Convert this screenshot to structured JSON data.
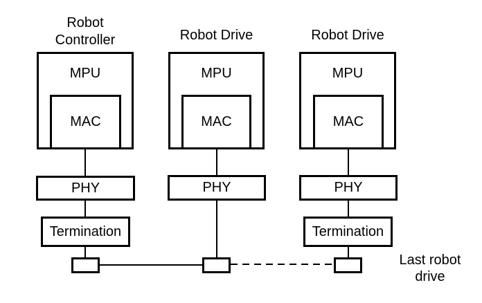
{
  "diagram": {
    "background_color": "#ffffff",
    "line_color": "#000000",
    "text_color": "#000000",
    "columns": [
      {
        "title_lines": [
          "Robot",
          "Controller"
        ],
        "mpu_label": "MPU",
        "mac_label": "MAC",
        "phy_label": "PHY",
        "termination_label": "Termination"
      },
      {
        "title_lines": [
          "Robot Drive"
        ],
        "mpu_label": "MPU",
        "mac_label": "MAC",
        "phy_label": "PHY"
      },
      {
        "title_lines": [
          "Robot Drive"
        ],
        "mpu_label": "MPU",
        "mac_label": "MAC",
        "phy_label": "PHY",
        "termination_label": "Termination"
      }
    ],
    "annotations": {
      "last_robot_drive_lines": [
        "Last robot",
        "drive"
      ]
    }
  }
}
